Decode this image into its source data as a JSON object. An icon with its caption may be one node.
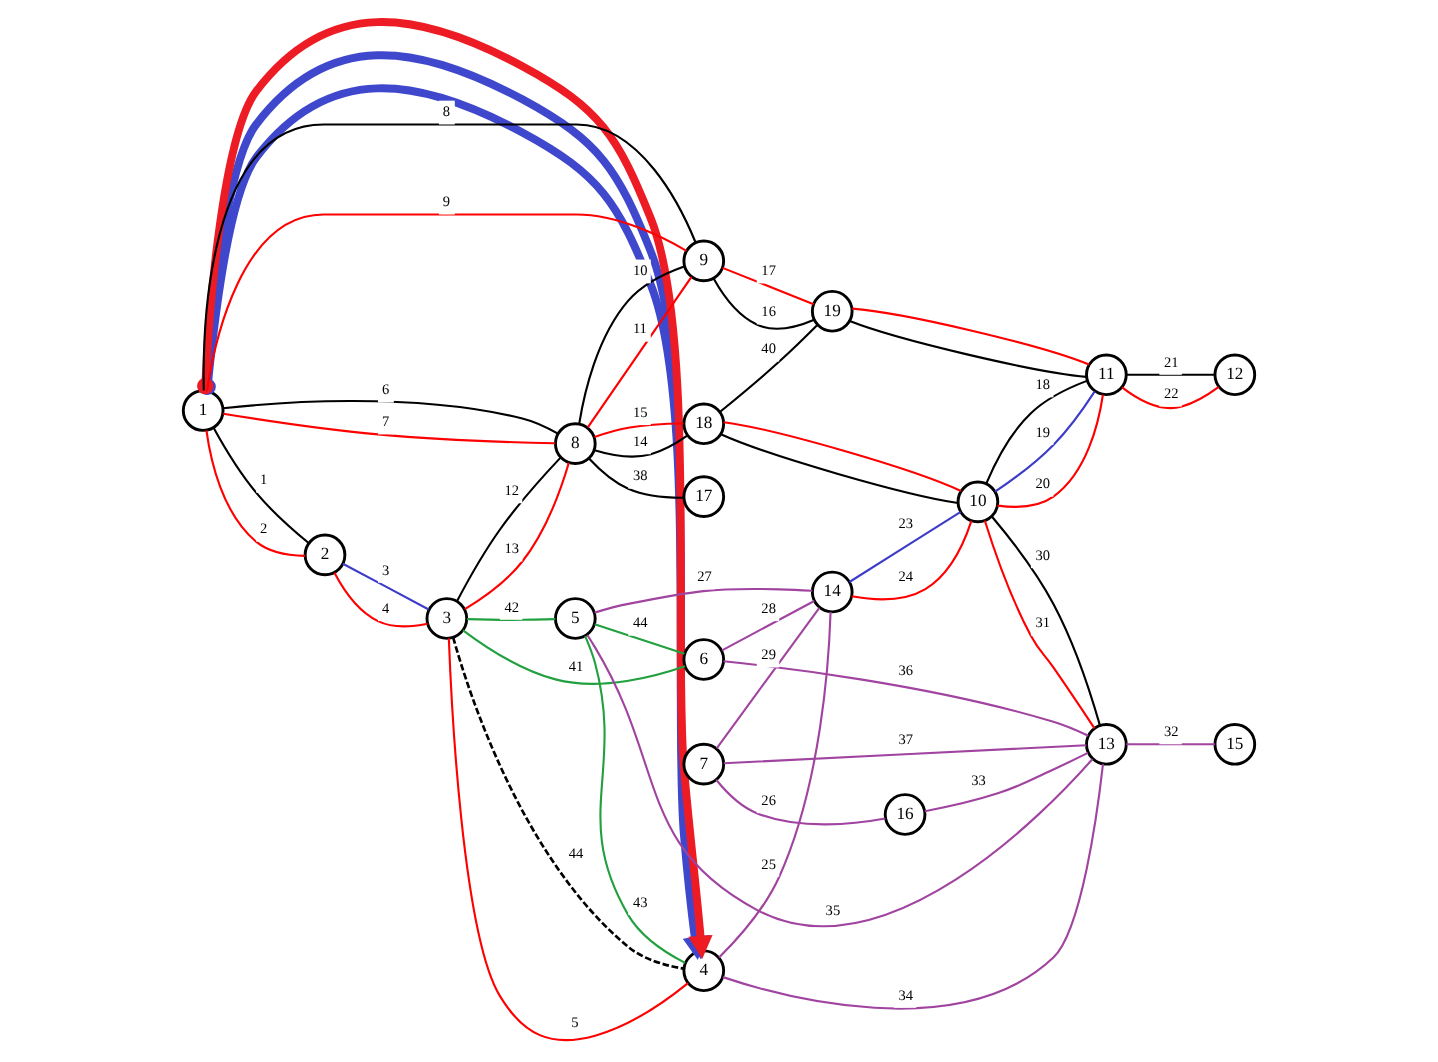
{
  "diagram": {
    "nodes": [
      {
        "text": [
          "1"
        ]
      },
      {
        "text": [
          "2"
        ]
      },
      {
        "text": [
          "3"
        ]
      },
      {
        "text": [
          "4"
        ]
      },
      {
        "text": [
          "5"
        ]
      },
      {
        "text": [
          "6"
        ]
      },
      {
        "text": [
          "7"
        ]
      },
      {
        "text": [
          "8"
        ]
      },
      {
        "text": [
          "9"
        ]
      },
      {
        "text": [
          "10"
        ]
      },
      {
        "text": [
          "11"
        ]
      },
      {
        "text": [
          "12"
        ]
      },
      {
        "text": [
          "13"
        ]
      },
      {
        "text": [
          "14"
        ]
      },
      {
        "text": [
          "15"
        ]
      },
      {
        "text": [
          "16"
        ]
      },
      {
        "text": [
          "17"
        ]
      },
      {
        "text": [
          "18"
        ]
      },
      {
        "text": [
          "19"
        ]
      }
    ],
    "edges": [
      {
        "from": 0,
        "to": 1,
        "arrow": "none",
        "label": "1"
      },
      {
        "from": 0,
        "to": 1,
        "arrow": "none",
        "label": "2",
        "color": "#ff0000"
      },
      {
        "from": 1,
        "to": 2,
        "arrow": "none",
        "label": "3",
        "color": "#3c3cc8"
      },
      {
        "from": 1,
        "to": 2,
        "arrow": "none",
        "label": "4",
        "color": "#ff0000"
      },
      {
        "from": 2,
        "to": 3,
        "arrow": "none",
        "label": "5",
        "color": "#ff0000"
      },
      {
        "from": 0,
        "to": 7,
        "arrow": "none",
        "label": "6"
      },
      {
        "from": 0,
        "to": 7,
        "arrow": "none",
        "label": "7",
        "color": "#ff0000"
      },
      {
        "from": 0,
        "to": 8,
        "arrow": "none",
        "label": "8"
      },
      {
        "from": 0,
        "to": 8,
        "arrow": "none",
        "label": "9",
        "color": "#ff0000"
      },
      {
        "from": 7,
        "to": 8,
        "arrow": "none",
        "label": "10"
      },
      {
        "from": 7,
        "to": 8,
        "arrow": "none",
        "label": "11",
        "color": "#ff0000"
      },
      {
        "from": 2,
        "to": 7,
        "arrow": "none",
        "label": "12"
      },
      {
        "from": 2,
        "to": 7,
        "arrow": "none",
        "label": "13",
        "color": "#ff0000"
      },
      {
        "from": 7,
        "to": 17,
        "arrow": "none",
        "label": "14"
      },
      {
        "from": 7,
        "to": 17,
        "arrow": "none",
        "label": "15",
        "color": "#ff0000"
      },
      {
        "from": 8,
        "to": 18,
        "arrow": "none",
        "label": "16"
      },
      {
        "from": 8,
        "to": 18,
        "arrow": "none",
        "label": "17",
        "color": "#ff0000"
      },
      {
        "from": 9,
        "to": 10,
        "arrow": "none",
        "label": "18"
      },
      {
        "from": 9,
        "to": 10,
        "arrow": "none",
        "label": "19",
        "color": "#3c3cc8"
      },
      {
        "from": 9,
        "to": 10,
        "arrow": "none",
        "label": "20",
        "color": "#ff0000"
      },
      {
        "from": 10,
        "to": 11,
        "arrow": "none",
        "label": "21"
      },
      {
        "from": 10,
        "to": 11,
        "arrow": "none",
        "label": "22",
        "color": "#ff0000"
      },
      {
        "from": 13,
        "to": 9,
        "arrow": "none",
        "label": "23",
        "color": "#3c3cc8"
      },
      {
        "from": 13,
        "to": 9,
        "arrow": "none",
        "label": "24",
        "color": "#ff0000"
      },
      {
        "from": 3,
        "to": 13,
        "arrow": "none",
        "label": "25",
        "color": "#a044a0"
      },
      {
        "from": 6,
        "to": 15,
        "arrow": "none",
        "label": "26",
        "color": "#a044a0"
      },
      {
        "from": 4,
        "to": 13,
        "arrow": "none",
        "label": "27",
        "color": "#a044a0"
      },
      {
        "from": 5,
        "to": 13,
        "arrow": "none",
        "label": "28",
        "color": "#a044a0"
      },
      {
        "from": 6,
        "to": 13,
        "arrow": "none",
        "label": "29",
        "color": "#a044a0"
      },
      {
        "from": 9,
        "to": 12,
        "arrow": "none",
        "label": "30"
      },
      {
        "from": 9,
        "to": 12,
        "arrow": "none",
        "label": "31",
        "color": "#ff0000"
      },
      {
        "from": 12,
        "to": 14,
        "arrow": "none",
        "label": "32",
        "color": "#a044a0"
      },
      {
        "from": 15,
        "to": 12,
        "arrow": "none",
        "label": "33",
        "color": "#a044a0"
      },
      {
        "from": 3,
        "to": 12,
        "arrow": "none",
        "label": "34",
        "color": "#a044a0"
      },
      {
        "from": 4,
        "to": 12,
        "arrow": "none",
        "label": "35",
        "color": "#a044a0"
      },
      {
        "from": 5,
        "to": 12,
        "arrow": "none",
        "label": "36",
        "color": "#a044a0"
      },
      {
        "from": 6,
        "to": 12,
        "arrow": "none",
        "label": "37",
        "color": "#a044a0"
      },
      {
        "from": 7,
        "to": 16,
        "arrow": "none",
        "label": "38"
      },
      {
        "from": 17,
        "to": 18,
        "arrow": "none",
        "label": "40"
      },
      {
        "from": 2,
        "to": 5,
        "arrow": "none",
        "label": "41",
        "color": "#22a040"
      },
      {
        "from": 2,
        "to": 4,
        "arrow": "none",
        "label": "42",
        "color": "#22a040"
      },
      {
        "from": 4,
        "to": 3,
        "arrow": "none",
        "label": "43",
        "color": "#22a040"
      },
      {
        "from": 4,
        "to": 5,
        "arrow": "none",
        "label": "44",
        "color": "#22a040"
      },
      {
        "from": 2,
        "to": 3,
        "arrow": "none",
        "label": "44",
        "style": "dashed"
      },
      {
        "from": 17,
        "to": 9,
        "arrow": "none"
      },
      {
        "from": 17,
        "to": 9,
        "arrow": "none",
        "color": "#ff0000"
      },
      {
        "from": 18,
        "to": 10,
        "arrow": "none"
      },
      {
        "from": 18,
        "to": 10,
        "arrow": "none",
        "color": "#ff0000"
      },
      {
        "from": 0,
        "to": 3,
        "arrow": "to",
        "style": "thick",
        "color": "#3f48cc"
      },
      {
        "from": 0,
        "to": 3,
        "arrow": "to",
        "style": "thick",
        "color": "#3f48cc"
      },
      {
        "from": 0,
        "to": 3,
        "arrow": "to",
        "style": "thick",
        "color": "#ed1c24"
      }
    ]
  }
}
